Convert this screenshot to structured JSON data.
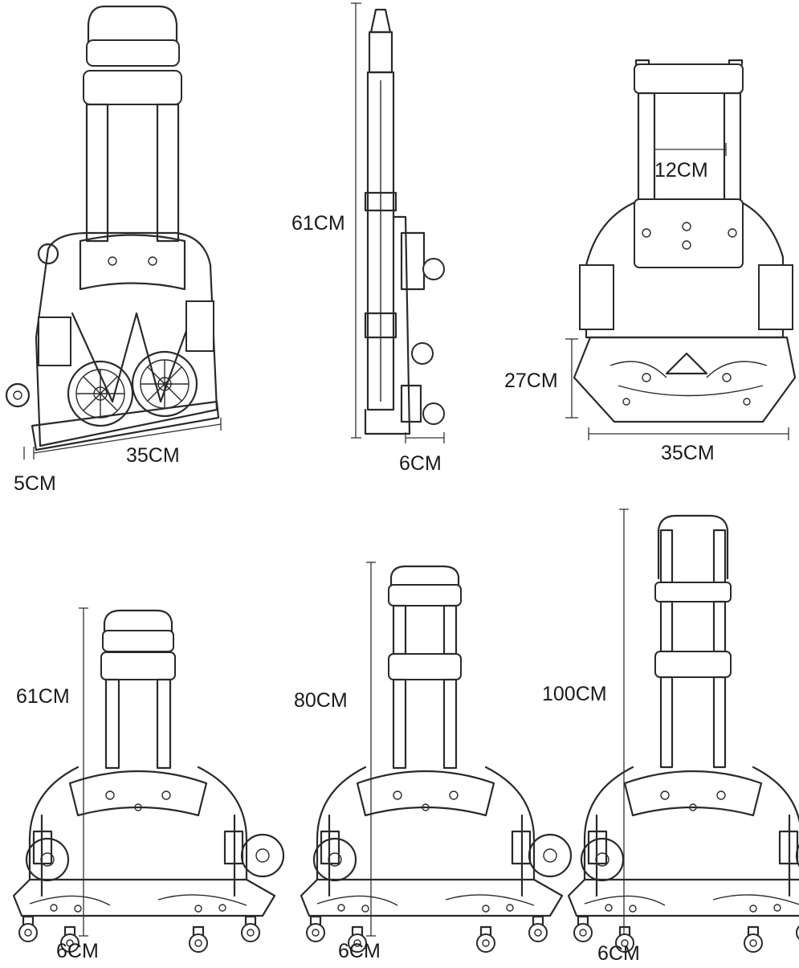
{
  "panels": {
    "folded_front": {
      "width_label": "35CM",
      "depth_label": "5CM"
    },
    "folded_side": {
      "height_label": "61CM",
      "thickness_label": "6CM"
    },
    "open_top": {
      "handle_label": "12CM",
      "plate_depth_label": "27CM",
      "plate_width_label": "35CM"
    },
    "extended_61": {
      "height_label": "61CM",
      "base_label": "6CM"
    },
    "extended_80": {
      "height_label": "80CM",
      "base_label": "6CM"
    },
    "extended_100": {
      "height_label": "100CM",
      "base_label": "6CM"
    }
  }
}
